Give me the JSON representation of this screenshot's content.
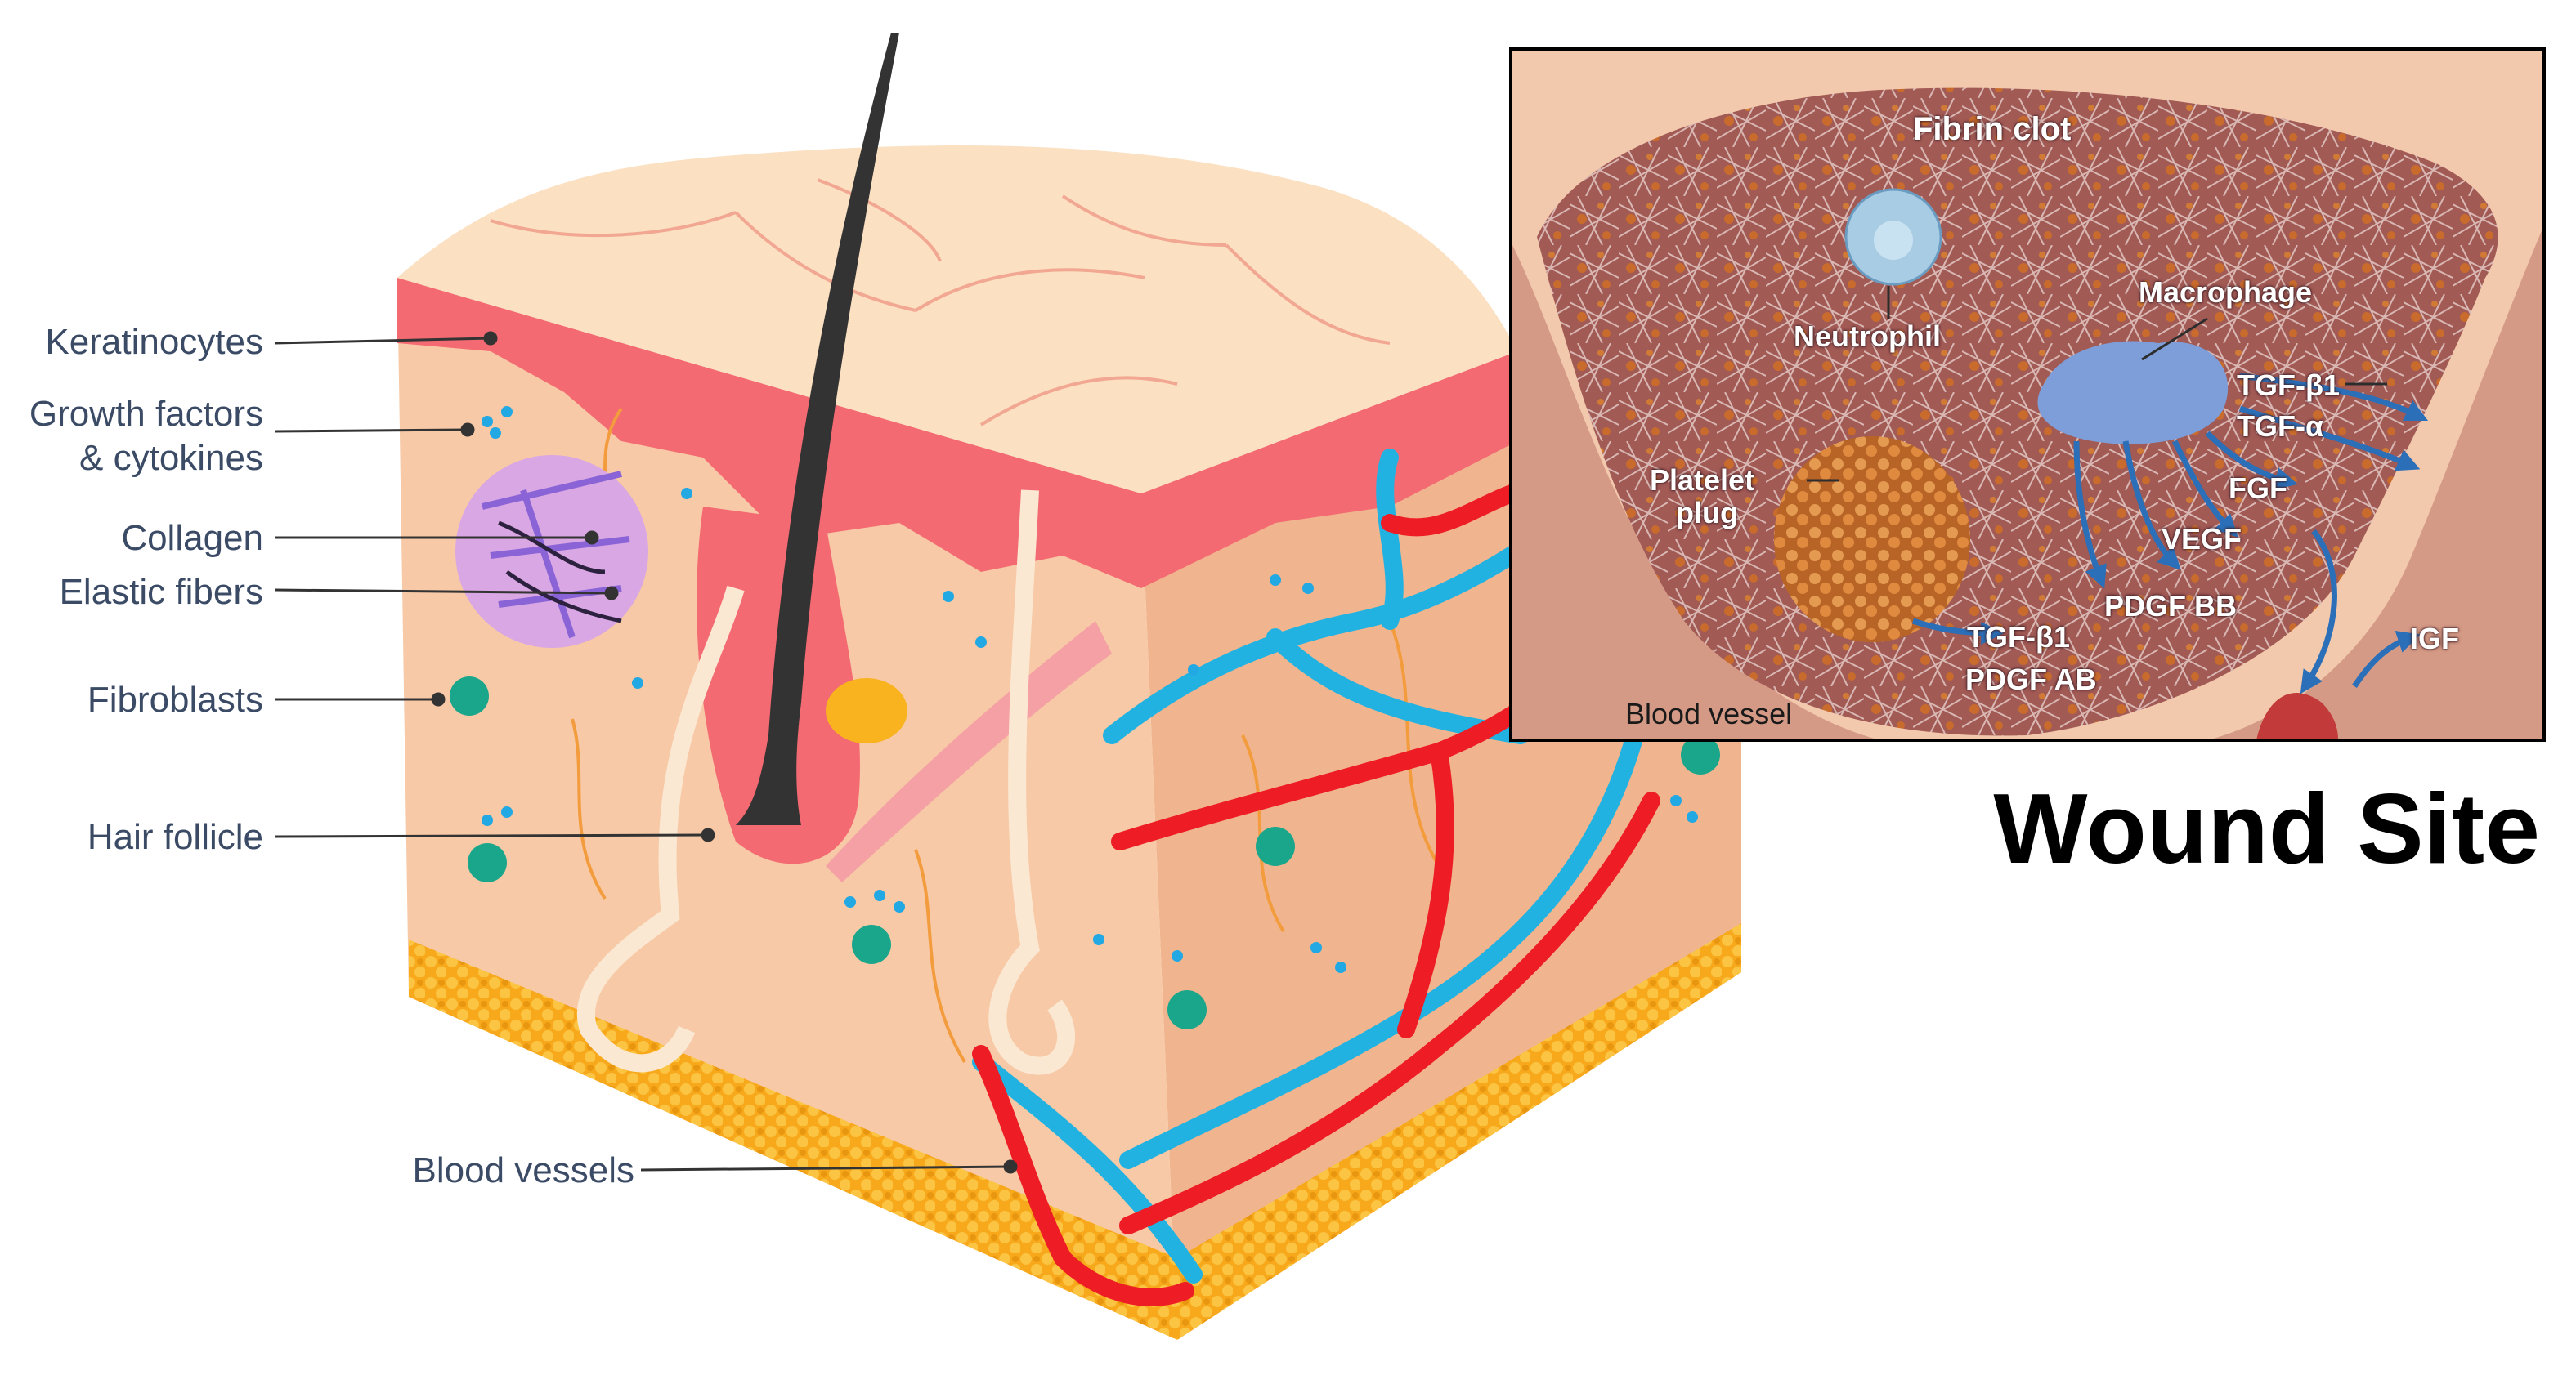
{
  "skin_labels": {
    "keratinocytes": "Keratinocytes",
    "growth_factors_line1": "Growth factors",
    "growth_factors_line2": "& cytokines",
    "collagen": "Collagen",
    "elastic_fibers": "Elastic fibers",
    "fibroblasts": "Fibroblasts",
    "hair_follicle": "Hair follicle",
    "blood_vessels": "Blood vessels"
  },
  "inset_labels": {
    "fibrin_clot": "Fibrin clot",
    "neutrophil": "Neutrophil",
    "macrophage": "Macrophage",
    "platelet_line1": "Platelet",
    "platelet_line2": "plug",
    "tgf_b1_upper": "TGF-β1",
    "tgf_a": "TGF-α",
    "fgf": "FGF",
    "vegf": "VEGF",
    "pdgf_bb": "PDGF BB",
    "tgf_b1_lower": "TGF-β1",
    "pdgf_ab": "PDGF AB",
    "igf": "IGF",
    "blood_vessel": "Blood vessel"
  },
  "title": "Wound Site",
  "colors": {
    "epidermis": "#f46a72",
    "dermis": "#f7c9a6",
    "fat": "#f9b31f",
    "artery": "#ee1c25",
    "vein": "#22b2e2",
    "fibroblast": "#1aa68b",
    "label_text": "#3b4b66"
  }
}
